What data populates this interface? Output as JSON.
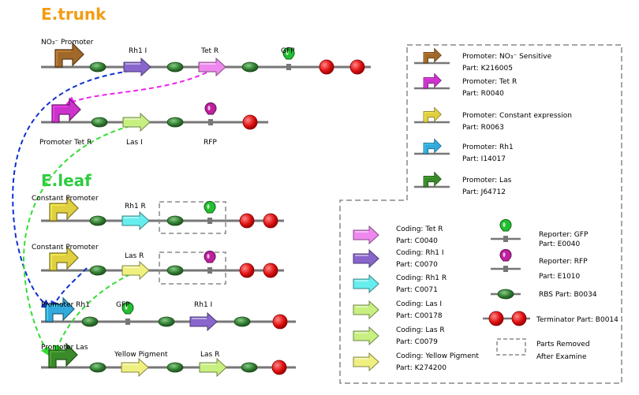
{
  "colors": {
    "orange": "#f39c12",
    "green_title": "#2ecc40",
    "brown": "#a0692a",
    "magenta": "#cc33cc",
    "yellow": "#e0d040",
    "cyan_blue": "#33aadd",
    "dark_green": "#3a8a2a",
    "purple": "#8866cc",
    "pink": "#ee88ee",
    "lime": "#c8f080",
    "pale_yellow": "#f0f080",
    "cyan": "#66eeee",
    "red": "#e01010",
    "rbs_green": "#3a8a3a",
    "gfp": "#22c030",
    "rfp": "#c020a0",
    "blue_dash": "#1030d0",
    "magenta_dash": "#ee22ee",
    "green_dash": "#33dd33"
  },
  "titles": {
    "trunk": "E.trunk",
    "leaf": "E.leaf"
  },
  "labels": {
    "r1_promoter": "NO₃⁻ Promoter",
    "r1_rh1i": "Rh1 I",
    "r1_tetr": "Tet R",
    "r1_gfp": "GFP",
    "r2_promoter": "Promoter Tet R",
    "r2_lasi": "Las I",
    "r2_rfp": "RFP",
    "r3_promoter": "Constant Promoter",
    "r3_rh1r": "Rh1 R",
    "r4_promoter": "Constant Promoter",
    "r4_lasr": "Las R",
    "r5_promoter": "Promoter Rh1",
    "r5_gfp": "GFP",
    "r5_rh1i": "Rh1 I",
    "r6_promoter": "Promoter Las",
    "r6_yellow": "Yellow Pigment",
    "r6_lasr": "Las R"
  },
  "legend_top": [
    {
      "name": "Promoter: NO₃⁻   Sensitive",
      "part": "Part: K216005",
      "icon": "promoter-brown-icon"
    },
    {
      "name": "Promoter: Tet R",
      "part": "Part: R0040",
      "icon": "promoter-magenta-icon"
    },
    {
      "name": "Promoter: Constant expression",
      "part": "Part: R0063",
      "icon": "promoter-yellow-icon"
    },
    {
      "name": "Promoter: Rh1",
      "part": "Part: I14017",
      "icon": "promoter-blue-icon"
    },
    {
      "name": "Promoter: Las",
      "part": "Part: J64712",
      "icon": "promoter-green-icon"
    }
  ],
  "legend_coding": [
    {
      "name": "Coding: Tet R",
      "part": "Part: C0040",
      "icon": "arrow-pink-icon"
    },
    {
      "name": "Coding: Rh1 I",
      "part": "Part: C0070",
      "icon": "arrow-purple-icon"
    },
    {
      "name": "Coding: Rh1 R",
      "part": "Part: C0071",
      "icon": "arrow-cyan-icon"
    },
    {
      "name": "Coding: Las I",
      "part": "Part: C00178",
      "icon": "arrow-lime-icon"
    },
    {
      "name": "Coding: Las R",
      "part": "Part: C0079",
      "icon": "arrow-lime-icon"
    },
    {
      "name": "Coding: Yellow Pigment",
      "part": "Part: K274200",
      "icon": "arrow-yellow-icon"
    }
  ],
  "legend_other": {
    "gfp_name": "Reporter: GFP",
    "gfp_part": "Part: E0040",
    "rfp_name": "Reporter: RFP",
    "rfp_part": "Part: E1010",
    "rbs": "RBS   Part: B0034",
    "terminator": "Terminator   Part: B0014",
    "removed_1": "Parts Removed",
    "removed_2": "After Examine"
  }
}
